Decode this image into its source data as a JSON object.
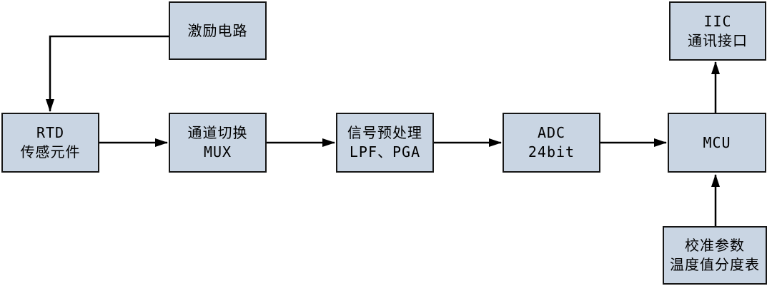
{
  "colors": {
    "background": "#ffffff",
    "node_fill": "#c9d5e3",
    "node_border": "#161616",
    "arrow": "#000000",
    "text": "#000000"
  },
  "nodes": {
    "excitation": {
      "lines": [
        "激励电路"
      ]
    },
    "rtd": {
      "lines": [
        "RTD",
        "传感元件"
      ]
    },
    "mux": {
      "lines": [
        "通道切换",
        "MUX"
      ]
    },
    "preprocess": {
      "lines": [
        "信号预处理",
        "LPF、PGA"
      ]
    },
    "adc": {
      "lines": [
        "ADC",
        "24bit"
      ]
    },
    "mcu": {
      "lines": [
        "MCU"
      ]
    },
    "iic": {
      "lines": [
        "IIC",
        "通讯接口"
      ]
    },
    "calibration": {
      "lines": [
        "校准参数",
        "温度值分度表"
      ]
    }
  },
  "edges": [
    {
      "from": "excitation",
      "to": "rtd"
    },
    {
      "from": "rtd",
      "to": "mux"
    },
    {
      "from": "mux",
      "to": "preprocess"
    },
    {
      "from": "preprocess",
      "to": "adc"
    },
    {
      "from": "adc",
      "to": "mcu"
    },
    {
      "from": "mcu",
      "to": "iic"
    },
    {
      "from": "calibration",
      "to": "mcu"
    }
  ]
}
